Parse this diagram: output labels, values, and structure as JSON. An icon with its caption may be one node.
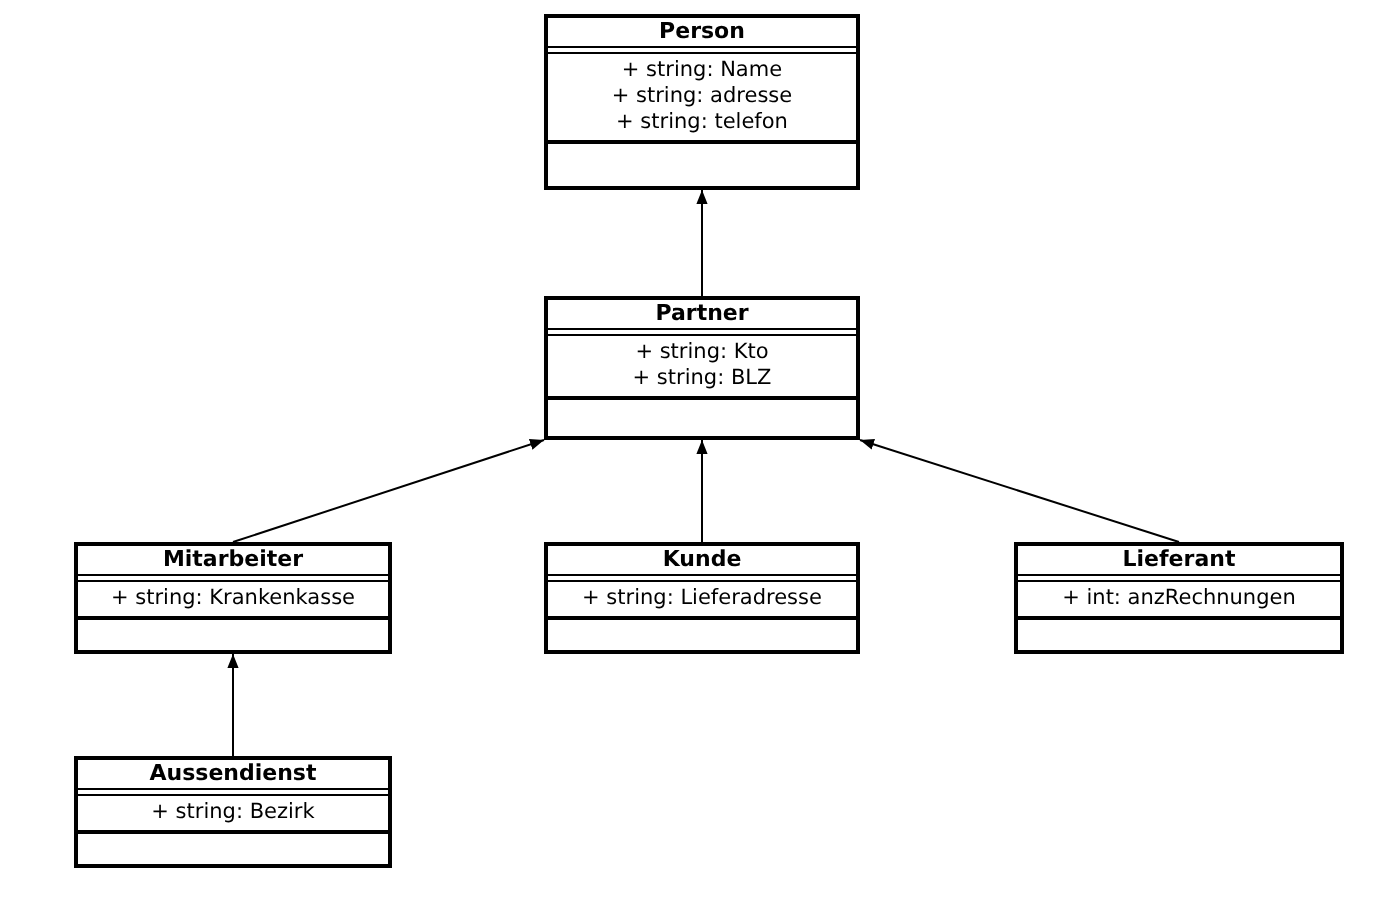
{
  "diagram": {
    "nodes": [
      {
        "text": [
          "Person",
          "+ string: Name",
          "+ string: adresse",
          "+ string: telefon"
        ]
      },
      {
        "text": [
          "Partner",
          "+ string: Kto",
          "+ string: BLZ"
        ]
      },
      {
        "text": [
          "Mitarbeiter",
          "+ string: Krankenkasse"
        ]
      },
      {
        "text": [
          "Kunde",
          "+ string: Lieferadresse"
        ]
      },
      {
        "text": [
          "Lieferant",
          "+ int: anzRechnungen"
        ]
      },
      {
        "text": [
          "Aussendienst",
          "+ string: Bezirk"
        ]
      }
    ],
    "edges": [
      {
        "from": 1,
        "to": 0,
        "arrow": "to"
      },
      {
        "from": 2,
        "to": 1,
        "arrow": "to"
      },
      {
        "from": 3,
        "to": 1,
        "arrow": "to"
      },
      {
        "from": 4,
        "to": 1,
        "arrow": "to"
      },
      {
        "from": 5,
        "to": 2,
        "arrow": "to"
      }
    ]
  }
}
